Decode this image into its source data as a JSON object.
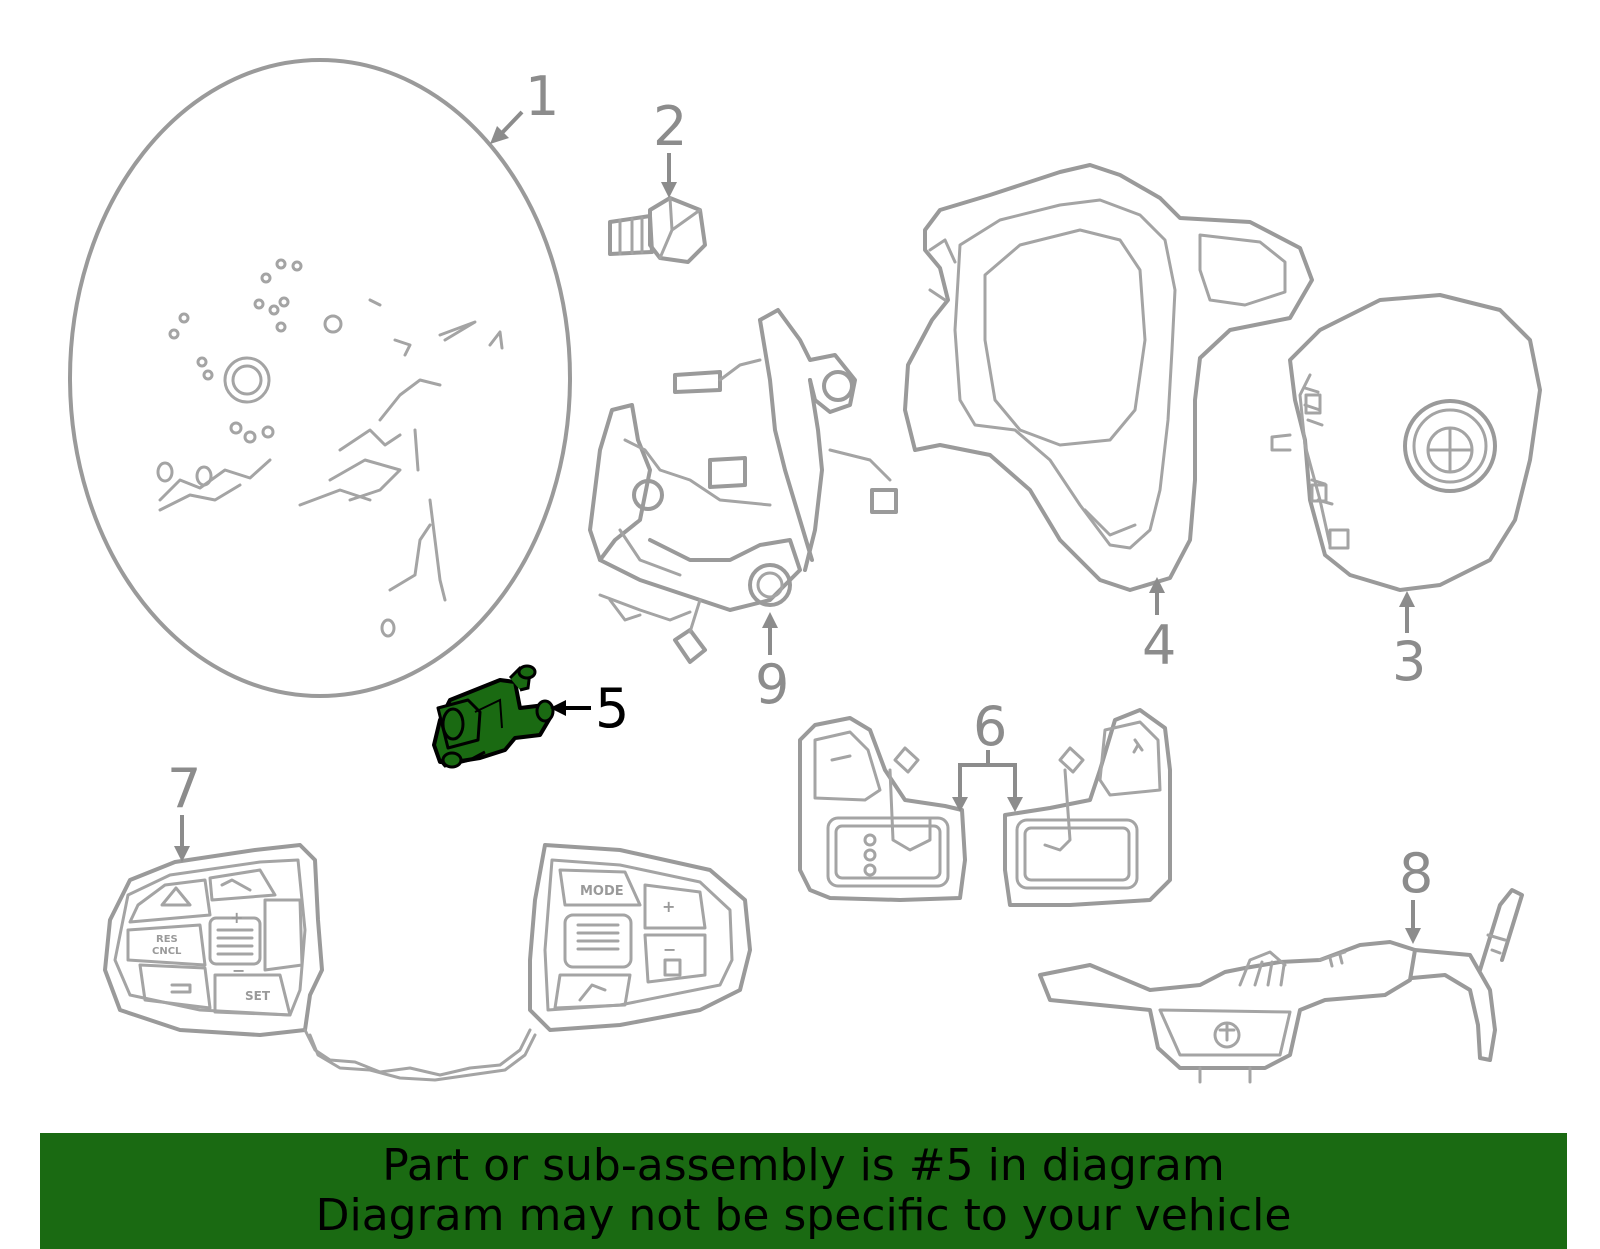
{
  "callouts": {
    "c1": "1",
    "c2": "2",
    "c3": "3",
    "c4": "4",
    "c5": "5",
    "c6": "6",
    "c7": "7",
    "c8": "8",
    "c9": "9"
  },
  "button_labels": {
    "res_cncl_1": "RES",
    "res_cncl_2": "CNCL",
    "set": "SET",
    "mode": "MODE",
    "plus": "+",
    "minus": "−"
  },
  "banner": {
    "line1": "Part or sub-assembly is #5 in diagram",
    "line2": "Diagram may not be specific to your vehicle"
  },
  "colors": {
    "highlight_part": "#1a6a12",
    "banner_bg": "#1a6a12",
    "outline": "#9a9a9a",
    "callout_text": "#8c8c8c"
  }
}
